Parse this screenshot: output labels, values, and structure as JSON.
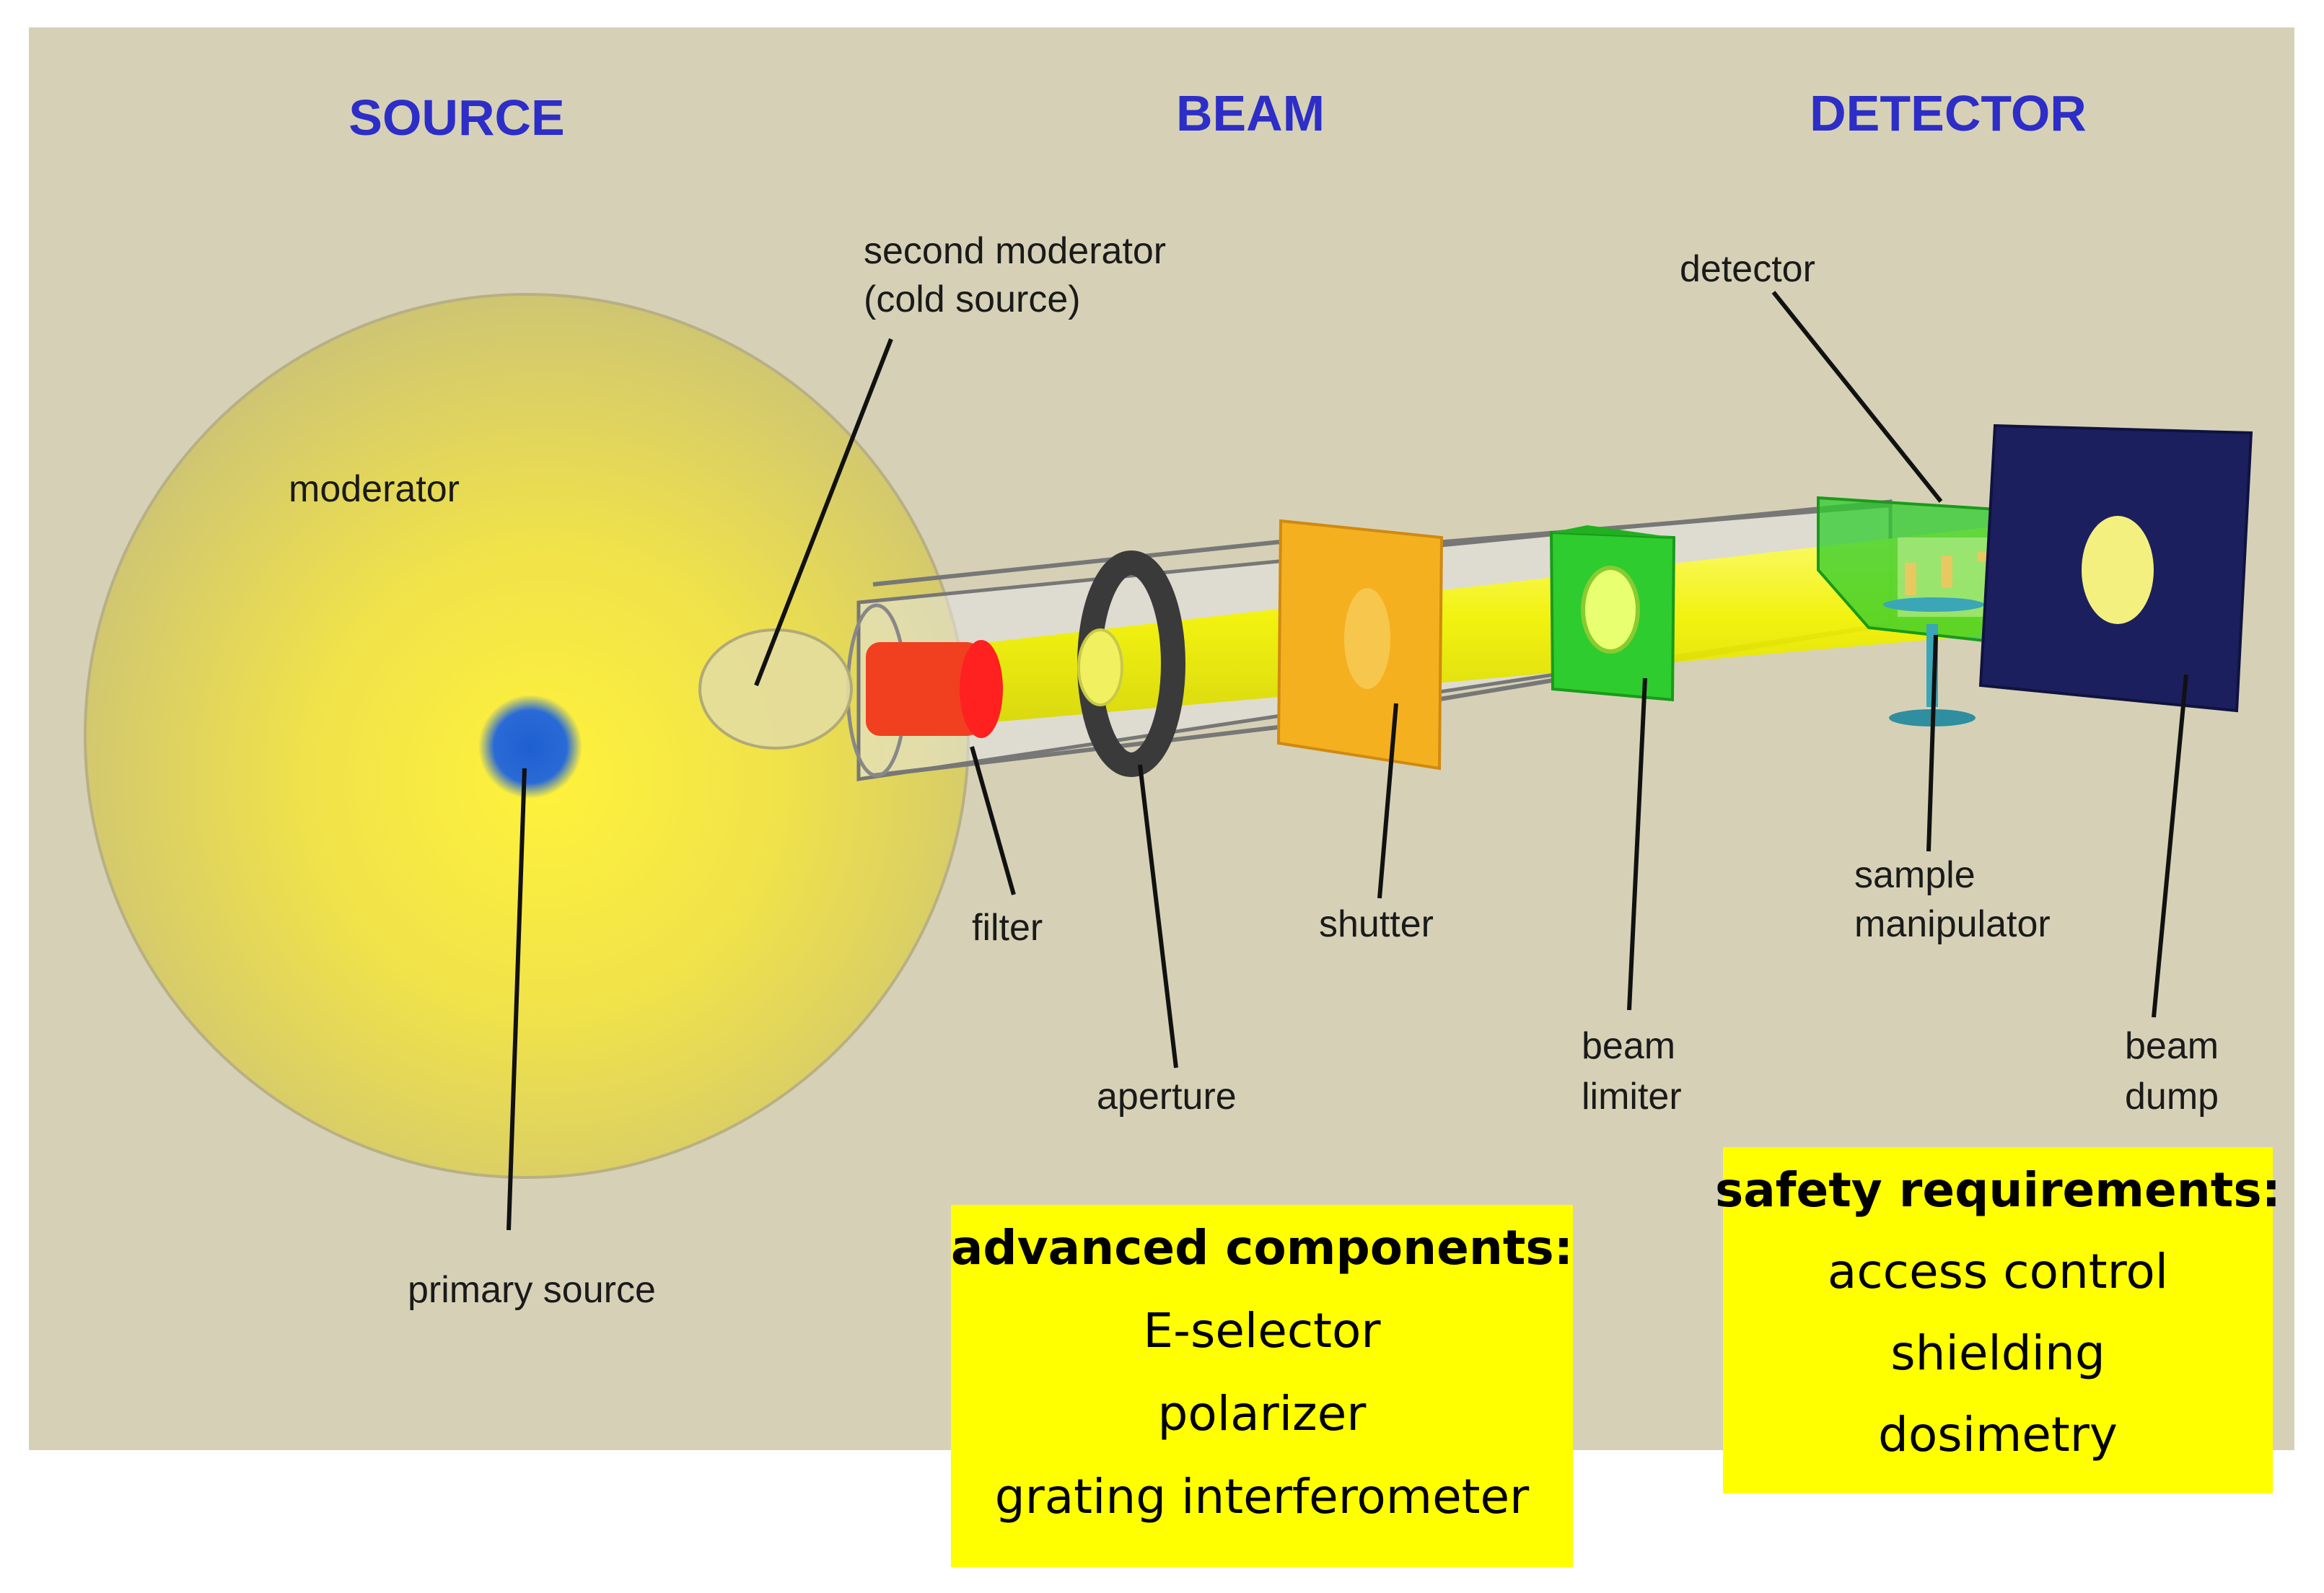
{
  "headers": {
    "source": "SOURCE",
    "beam": "BEAM",
    "detector": "DETECTOR"
  },
  "labels": {
    "moderator": "moderator",
    "second_moderator_line1": "second moderator",
    "second_moderator_line2": "(cold source)",
    "primary_source": "primary source",
    "filter": "filter",
    "aperture": "aperture",
    "shutter": "shutter",
    "beam_limiter_line1": "beam",
    "beam_limiter_line2": "limiter",
    "detector": "detector",
    "sample_manipulator_line1": "sample",
    "sample_manipulator_line2": "manipulator",
    "beam_dump_line1": "beam",
    "beam_dump_line2": "dump"
  },
  "advanced_box": {
    "title": "advanced components:",
    "items": [
      "E-selector",
      "polarizer",
      "grating interferometer"
    ]
  },
  "safety_box": {
    "title": "safety requirements:",
    "items": [
      "access control",
      "shielding",
      "dosimetry"
    ]
  },
  "colors": {
    "background": "#d6d1b6",
    "header_blue": "#2d2dc8",
    "note_yellow": "#ffff00",
    "shutter_orange": "#f5b020",
    "limiter_green": "#2ecc2e",
    "dump_navy": "#1c1f5e",
    "filter_red": "#f04020",
    "primary_source_blue": "#1e5fd0"
  }
}
